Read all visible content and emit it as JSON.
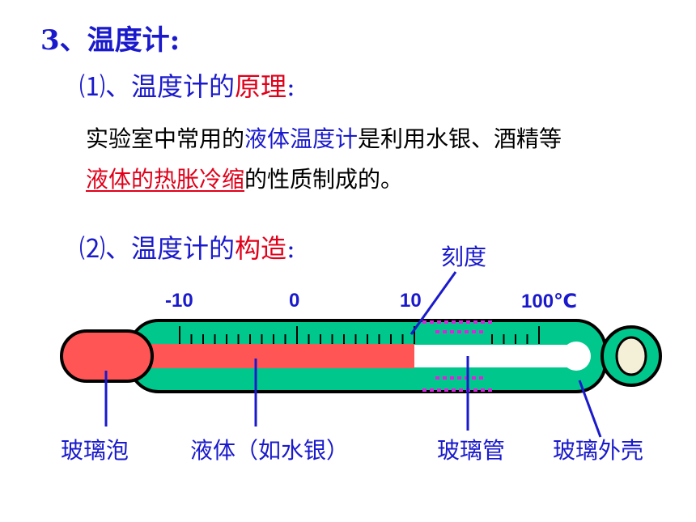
{
  "heading": "3、温度计:",
  "principle": {
    "prefix": "⑴、温度计的",
    "emph": "原理",
    "suffix": ":"
  },
  "description": {
    "line1_a": "实验室中常用的",
    "line1_b": "液体温度计",
    "line1_c": "是利用水银、酒精等",
    "line2_a": "液体的热胀冷缩",
    "line2_b": "的性质制成的。"
  },
  "structure": {
    "prefix": "⑵、温度计的",
    "emph": "构造",
    "suffix": ":"
  },
  "scale_labels": [
    "-10",
    "0",
    "10",
    "100℃"
  ],
  "part_labels": {
    "scale": "刻度",
    "bulb": "玻璃泡",
    "liquid": "液体（如水银）",
    "tube": "玻璃管",
    "shell": "玻璃外壳"
  },
  "colors": {
    "shell": "#00c88c",
    "liquid": "#ff5555",
    "tube": "#ffffff",
    "pointer": "#1a1acc",
    "dotted": "#dd22dd"
  }
}
